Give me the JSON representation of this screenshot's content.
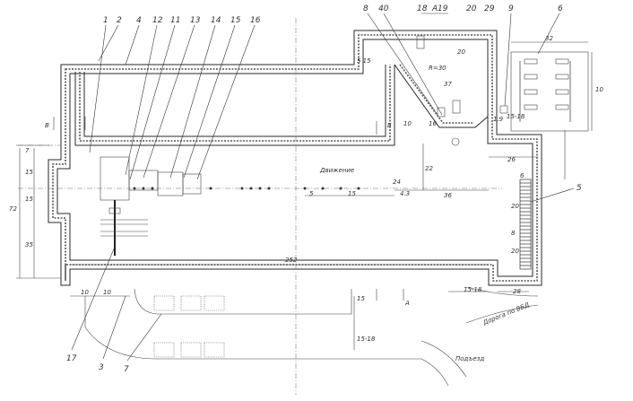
{
  "diagram": {
    "callouts": [
      "1",
      "2",
      "4",
      "12",
      "11",
      "13",
      "14",
      "15",
      "16",
      "8",
      "40",
      "A",
      "18",
      "19",
      "20",
      "29",
      "9",
      "6",
      "5",
      "17",
      "3",
      "7"
    ],
    "dimensions": [
      "32",
      "10",
      "5 15",
      "20",
      "10",
      "16",
      "22",
      "24",
      "36",
      "15",
      "5",
      "4.3",
      "15-18",
      "26",
      "252",
      "72",
      "7",
      "15",
      "15",
      "35",
      "10",
      "10",
      "15",
      "15-18",
      "15-18",
      "28",
      "6",
      "20",
      "8",
      "20",
      "1.9",
      "37",
      "R=30",
      "B",
      "Б",
      "A"
    ],
    "flow_label": "Движение",
    "road_label": "Дорога по ВБД",
    "access_label": "Подъезд"
  }
}
